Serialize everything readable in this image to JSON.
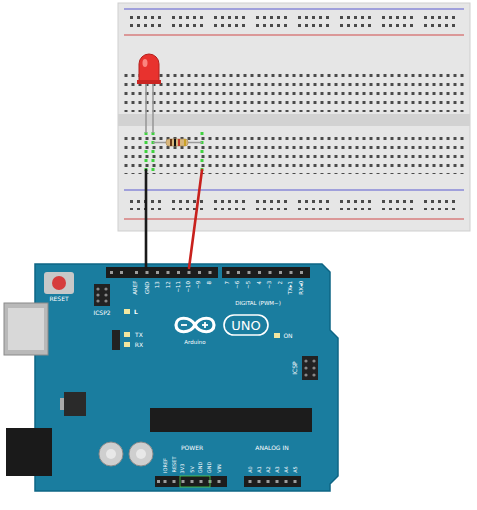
{
  "diagram": {
    "labels": [
      "RESET",
      "ICSP2",
      "L",
      "TX",
      "RX",
      "UNO",
      "Arduino",
      "ON",
      "ICSP",
      "AREF",
      "GND",
      "13",
      "12",
      "~11",
      "~10",
      "~9",
      "8",
      "7",
      "~6",
      "~5",
      "4",
      "~3",
      "2",
      "TX▸1",
      "RX◂0",
      "DIGITAL (PWM~)",
      "POWER",
      "ANALOG IN",
      "IOREF",
      "RESET",
      "3V3",
      "5V",
      "GND",
      "GND",
      "VIN",
      "A0",
      "A1",
      "A2",
      "A3",
      "A4",
      "A5"
    ]
  }
}
